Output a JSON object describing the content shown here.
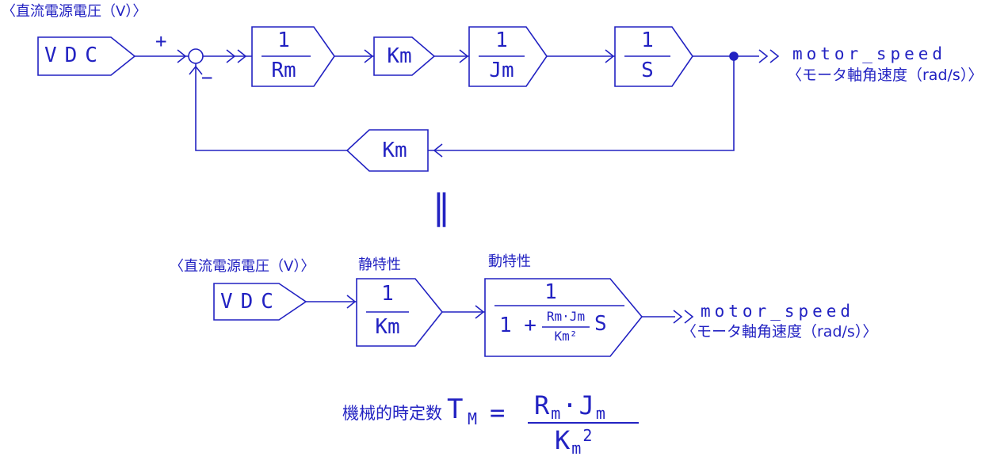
{
  "colors": {
    "ink": "#2222c2",
    "background": "#ffffff"
  },
  "top": {
    "source_label": "〈直流電源電圧（V）〉",
    "source_tag": "VDC",
    "sum": {
      "plus": "+",
      "minus": "−"
    },
    "block_rm": {
      "num": "1",
      "den": "Rm"
    },
    "block_km": {
      "label": "Km"
    },
    "block_jm": {
      "num": "1",
      "den": "Jm"
    },
    "block_s": {
      "num": "1",
      "den": "S"
    },
    "block_km_feedback": {
      "label": "Km"
    },
    "output_label": "motor_speed",
    "output_sublabel": "〈モータ軸角速度（rad/s）〉"
  },
  "equivalence_symbol": "‖",
  "bottom": {
    "source_label": "〈直流電源電圧（V）〉",
    "source_tag": "VDC",
    "static_label": "静特性",
    "dynamic_label": "動特性",
    "block_static": {
      "num": "1",
      "den": "Km"
    },
    "block_dynamic": {
      "num": "1",
      "den_prefix": "1 +",
      "den_frac_num": "Rm·Jm",
      "den_frac_den": "Km²",
      "den_suffix": "S"
    },
    "output_label": "motor_speed",
    "output_sublabel": "〈モータ軸角速度（rad/s）〉"
  },
  "formula": {
    "label": "機械的時定数",
    "symbol": "T",
    "symbol_sub": "M",
    "equals": "=",
    "num_r": "R",
    "num_r_sub": "m",
    "num_dot": "·",
    "num_j": "J",
    "num_j_sub": "m",
    "den_k": "K",
    "den_k_sub": "m",
    "den_sup": "2"
  }
}
